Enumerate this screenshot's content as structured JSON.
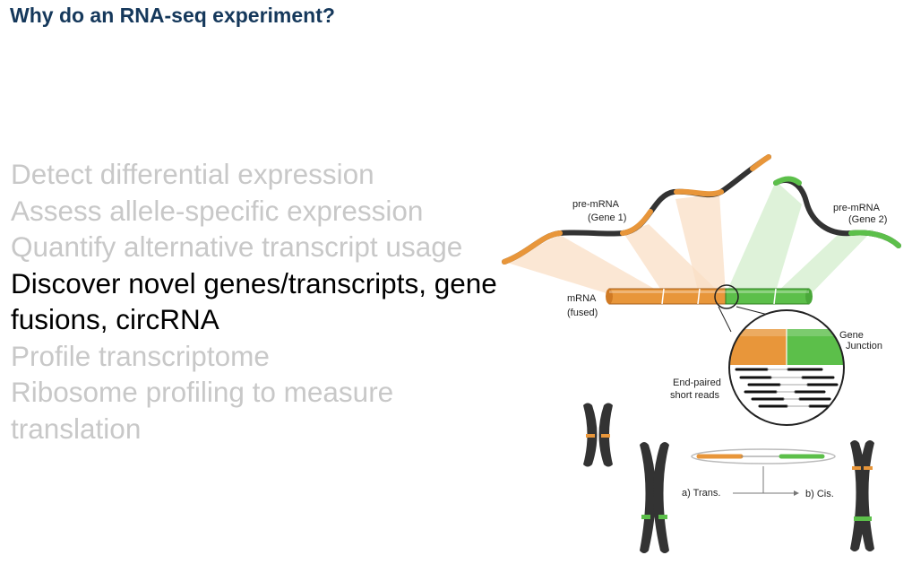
{
  "title": "Why do an RNA-seq experiment?",
  "bullets": [
    {
      "text": "Detect differential expression",
      "active": false
    },
    {
      "text": "Assess allele-specific expression",
      "active": false
    },
    {
      "text": "Quantify alternative transcript usage",
      "active": false
    },
    {
      "text": "Discover novel genes/transcripts, gene fusions, circRNA",
      "active": true
    },
    {
      "text": "Profile transcriptome",
      "active": false
    },
    {
      "text": "Ribosome profiling to measure translation",
      "active": false
    }
  ],
  "figure": {
    "pre_mrna_1": "pre-mRNA",
    "pre_mrna_1_sub": "(Gene 1)",
    "pre_mrna_2": "pre-mRNA",
    "pre_mrna_2_sub": "(Gene 2)",
    "mrna": "mRNA",
    "mrna_sub": "(fused)",
    "gene_junction_1": "Gene",
    "gene_junction_2": "Junction",
    "reads_1": "End-paired",
    "reads_2": "short reads",
    "trans": "a) Trans.",
    "cis": "b) Cis."
  },
  "colors": {
    "title": "#15385b",
    "inactive_text": "#c8c8c8",
    "active_text": "#000000",
    "gene1": "#e8963a",
    "gene2": "#5cbf4a",
    "strand": "#333333"
  }
}
